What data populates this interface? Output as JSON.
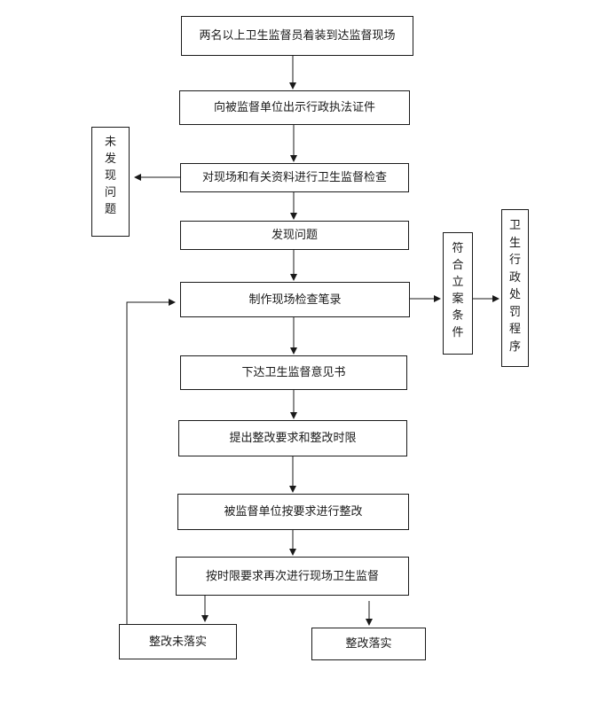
{
  "flowchart": {
    "steps": {
      "s1": "两名以上卫生监督员着装到达监督现场",
      "s2": "向被监督单位出示行政执法证件",
      "s3": "对现场和有关资料进行卫生监督检查",
      "s4": "发现问题",
      "s5": "制作现场检查笔录",
      "s6": "下达卫生监督意见书",
      "s7": "提出整改要求和整改时限",
      "s8": "被监督单位按要求进行整改",
      "s9": "按时限要求再次进行现场卫生监督",
      "s10": "整改未落实",
      "s11": "整改落实"
    },
    "side": {
      "no_problem": "未发现问题",
      "meets_criteria": "符合立案条件",
      "penalty": "卫生行政处罚程序"
    }
  }
}
